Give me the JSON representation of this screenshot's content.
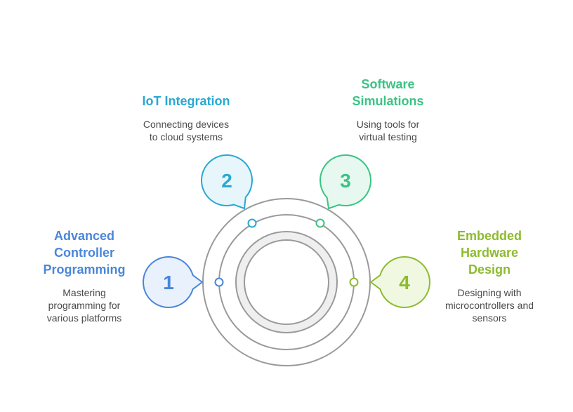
{
  "steps": [
    {
      "number": "1",
      "title": "Advanced\nController\nProgramming",
      "description": "Mastering\nprogramming for\nvarious platforms",
      "color": "#4a86d9",
      "fill": "#e8f1fc"
    },
    {
      "number": "2",
      "title": "IoT Integration",
      "description": "Connecting devices\nto cloud systems",
      "color": "#2aa8d2",
      "fill": "#e6f6fb"
    },
    {
      "number": "3",
      "title": "Software\nSimulations",
      "description": "Using tools for\nvirtual testing",
      "color": "#3cc384",
      "fill": "#e6f8ef"
    },
    {
      "number": "4",
      "title": "Embedded\nHardware\nDesign",
      "description": "Designing with\nmicrocontrollers and\nsensors",
      "color": "#8dbb2f",
      "fill": "#f1f8e1"
    }
  ]
}
